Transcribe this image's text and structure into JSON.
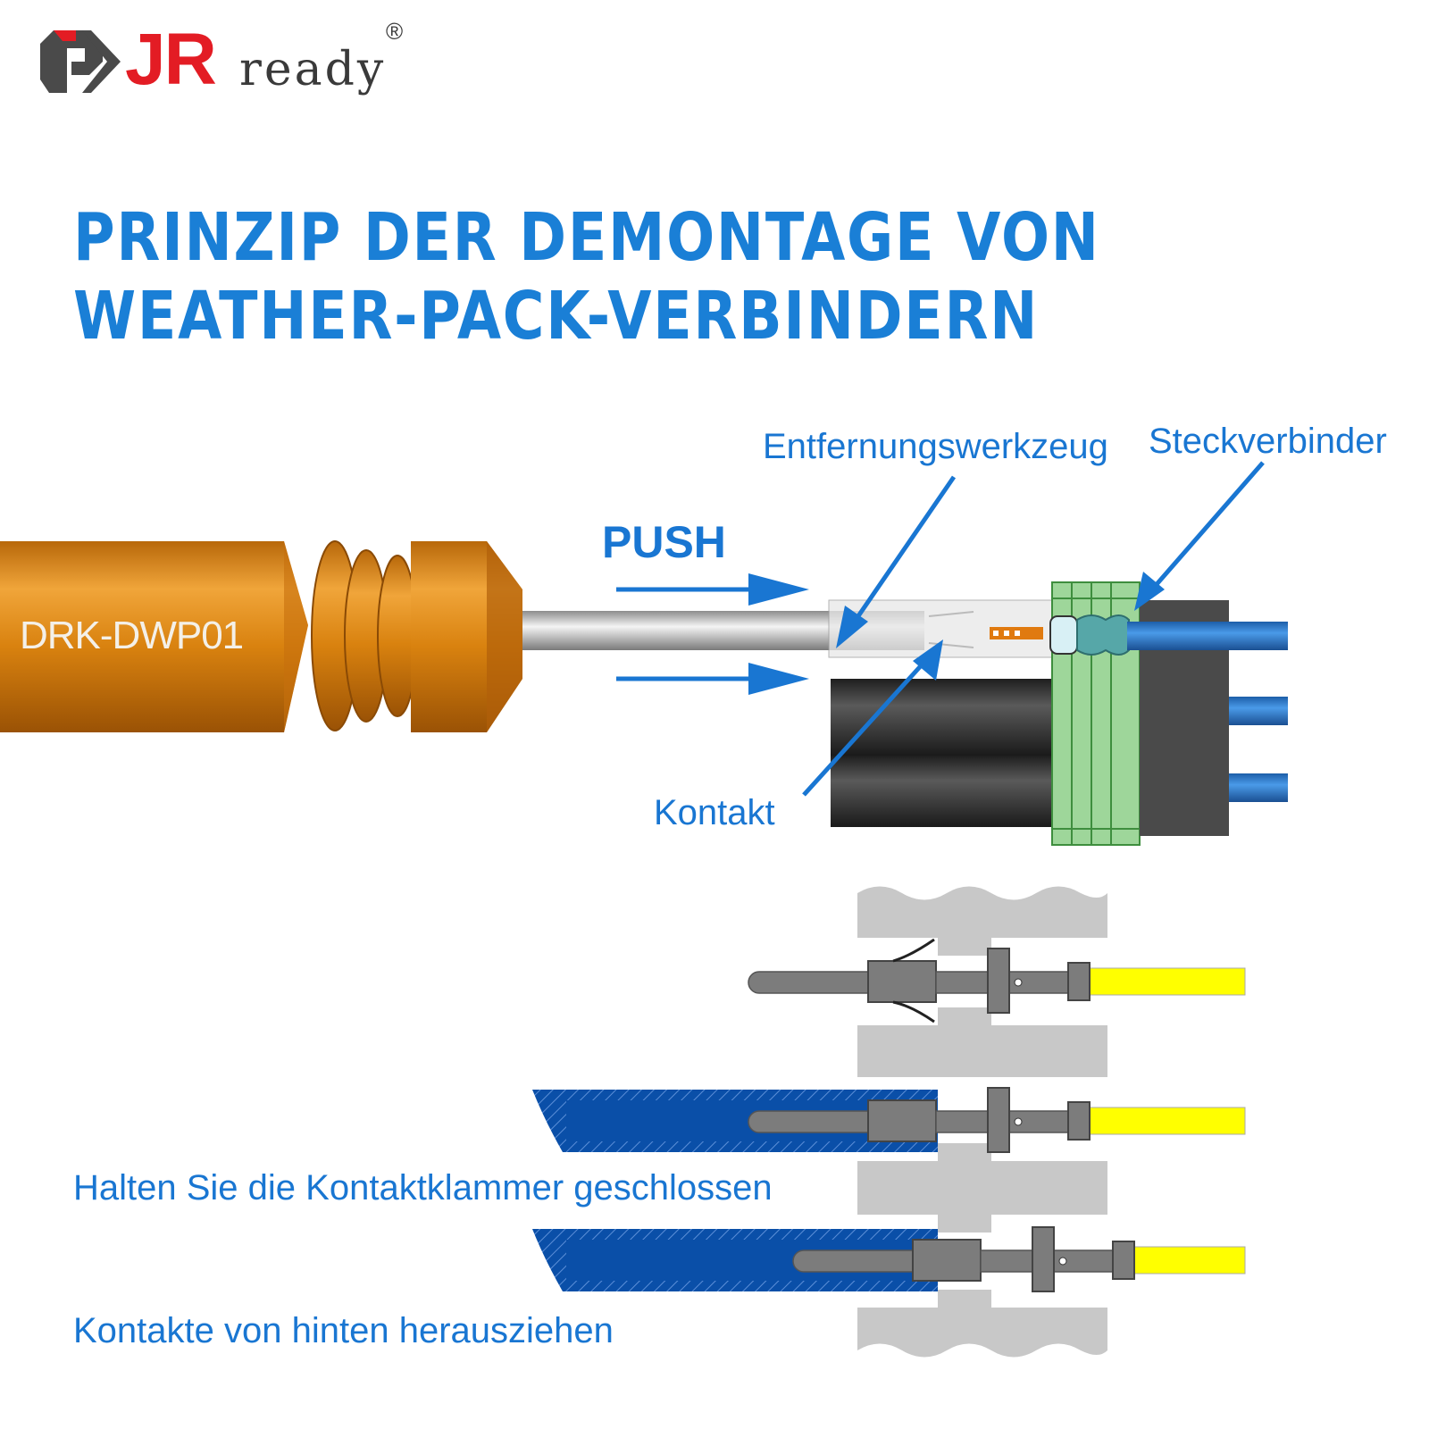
{
  "logo": {
    "brand_red": "JR",
    "brand_gray": "ready",
    "registered_mark": "®"
  },
  "title": {
    "line1": "PRINZIP DER DEMONTAGE VON",
    "line2": "WEATHER-PACK-VERBINDERN"
  },
  "tool": {
    "model_label": "DRK-DWP01"
  },
  "labels": {
    "push": "PUSH",
    "removal_tool": "Entfernungswerkzeug",
    "connector": "Steckverbinder",
    "contact": "Kontakt"
  },
  "steps": {
    "step1": "Halten Sie die Kontaktklammer geschlossen",
    "step2": "Kontakte von hinten herausziehen"
  },
  "colors": {
    "accent_blue": "#1976d2",
    "title_blue": "#1a7fd6",
    "brand_red": "#e31c24",
    "handle_orange": "#d9820f",
    "seal_green": "#9ed69a",
    "wire_yellow": "#ffff00",
    "tube_blue": "#0a4fa8"
  }
}
